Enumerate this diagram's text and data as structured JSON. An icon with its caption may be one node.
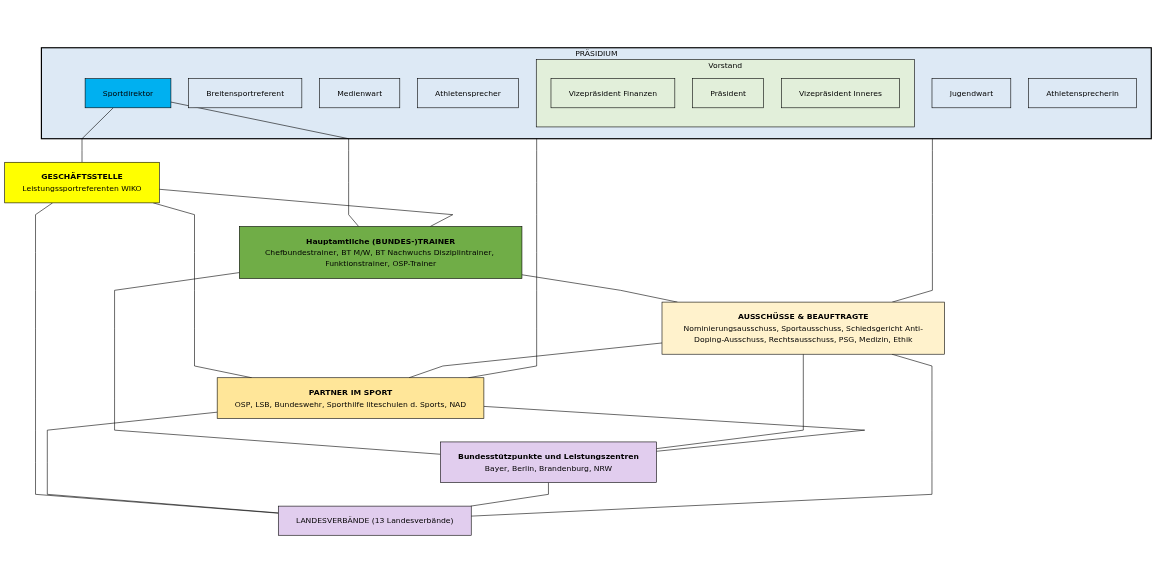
{
  "diagram": {
    "nodes": [
      {
        "text": [
          "PRÄSIDIUM"
        ]
      },
      {
        "text": [
          "Vorstand"
        ],
        "in": 0
      },
      {
        "text": [
          "Vizepräsident Finanzen"
        ],
        "in": 1
      },
      {
        "text": [
          "Präsident"
        ],
        "in": 1
      },
      {
        "text": [
          "Vizepräsident Inneres"
        ],
        "in": 1
      },
      {
        "text": [
          "Breitensportreferent"
        ],
        "in": 0
      },
      {
        "text": [
          "Medienwart"
        ],
        "in": 0
      },
      {
        "text": [
          "Athletensprecher"
        ],
        "in": 0
      },
      {
        "text": [
          "Sportdirektor"
        ],
        "in": 0
      },
      {
        "text": [
          "Jugendwart"
        ],
        "in": 0
      },
      {
        "text": [
          "Athletensprecherin"
        ],
        "in": 0
      },
      {
        "text": [
          "GESCHÄFTSSTELLE",
          "Leistungssportreferenten WIKO"
        ]
      },
      {
        "text": [
          "Hauptamtliche (BUNDES-)TRAINER",
          "Chefbundestrainer, BT M/W, BT Nachwuchs Disziplintrainer, Funktionstrainer, OSP-Trainer"
        ]
      },
      {
        "text": [
          "AUSSCHÜSSE & BEAUFTRAGTE",
          "Nominierungsausschuss, Sportausschuss, Schiedsgericht Anti-Doping-Ausschuss, Rechtsausschuss, PSG, Medizin, Ethik"
        ]
      },
      {
        "text": [
          "PARTNER IM SPORT",
          "OSP, LSB, Bundeswehr, Sporthilfe liteschulen d. Sports, NAD"
        ]
      },
      {
        "text": [
          "Bundesstützpunkte und Leistungszentren",
          "Bayer, Berlin, Brandenburg, NRW"
        ]
      },
      {
        "text": [
          "LANDESVERBÄNDE (13 Landesverbände)"
        ]
      }
    ],
    "edges": [
      {
        "from": 8,
        "to": 11,
        "arrow": "none"
      },
      {
        "from": 8,
        "to": 12,
        "arrow": "none"
      },
      {
        "from": 0,
        "to": 13,
        "arrow": "none"
      },
      {
        "from": 0,
        "to": 14,
        "arrow": "none"
      },
      {
        "from": 11,
        "to": 12,
        "arrow": "none"
      },
      {
        "from": 12,
        "to": 13,
        "arrow": "none"
      },
      {
        "from": 11,
        "to": 14,
        "arrow": "none"
      },
      {
        "from": 12,
        "to": 15,
        "arrow": "none"
      },
      {
        "from": 13,
        "to": 14,
        "arrow": "none"
      },
      {
        "from": 13,
        "to": 15,
        "arrow": "none"
      },
      {
        "from": 14,
        "to": 15,
        "arrow": "none"
      },
      {
        "from": 11,
        "to": 16,
        "arrow": "none"
      },
      {
        "from": 14,
        "to": 16,
        "arrow": "none"
      },
      {
        "from": 15,
        "to": 16,
        "arrow": "none"
      },
      {
        "from": 13,
        "to": 16,
        "arrow": "none"
      }
    ]
  }
}
